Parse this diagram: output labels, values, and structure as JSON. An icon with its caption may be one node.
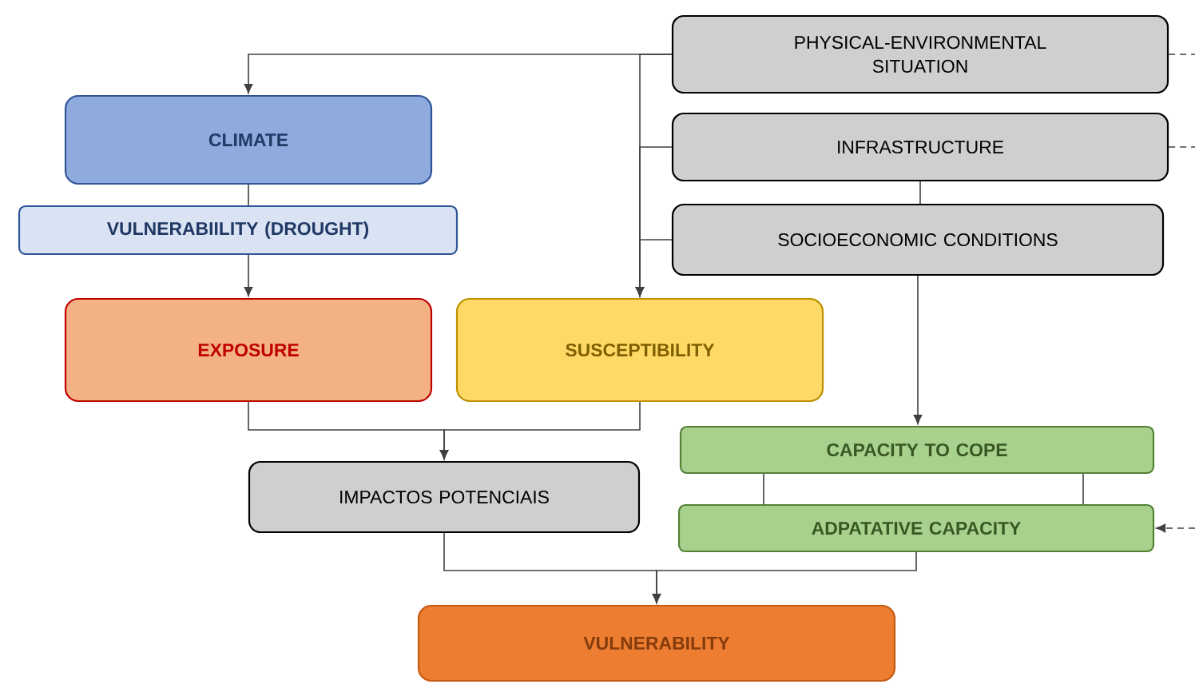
{
  "diagram": {
    "nodes": [
      {
        "text": [
          "PHYSICAL-ENVIRONMENTAL SITUATION"
        ]
      },
      {
        "text": [
          "CLIMATE"
        ]
      },
      {
        "text": [
          "INFRASTRUCTURE"
        ]
      },
      {
        "text": [
          "VULNERABIILITY (DROUGHT)"
        ]
      },
      {
        "text": [
          "SOCIOECONOMIC CONDITIONS"
        ]
      },
      {
        "text": [
          "EXPOSURE"
        ]
      },
      {
        "text": [
          "SUSCEPTIBILITY"
        ]
      },
      {
        "text": [
          "CAPACITY TO COPE"
        ]
      },
      {
        "text": [
          "IMPACTOS POTENCIAIS"
        ]
      },
      {
        "text": [
          "ADPATATIVE CAPACITY"
        ]
      },
      {
        "text": [
          "VULNERABILITY"
        ]
      }
    ],
    "edges": [
      {
        "from": 0,
        "to": 1,
        "arrow": "to"
      },
      {
        "from": 0,
        "to": 6,
        "arrow": "to"
      },
      {
        "from": 2,
        "to": 6,
        "arrow": "to"
      },
      {
        "from": 4,
        "to": 6,
        "arrow": "to"
      },
      {
        "from": 1,
        "to": 3,
        "arrow": "none"
      },
      {
        "from": 3,
        "to": 5,
        "arrow": "to"
      },
      {
        "from": 2,
        "to": 4,
        "arrow": "none"
      },
      {
        "from": 4,
        "to": 7,
        "arrow": "to"
      },
      {
        "from": 5,
        "to": 8,
        "arrow": "to"
      },
      {
        "from": 6,
        "to": 8,
        "arrow": "to"
      },
      {
        "from": 7,
        "to": 9,
        "arrow": "none"
      },
      {
        "from": 7,
        "to": 9,
        "arrow": "none"
      },
      {
        "from": 8,
        "to": 10,
        "arrow": "to"
      },
      {
        "from": 9,
        "to": 10,
        "arrow": "to"
      },
      {
        "from": 0,
        "to": null,
        "arrow": "none",
        "style": "dashed"
      },
      {
        "from": 2,
        "to": null,
        "arrow": "none",
        "style": "dashed"
      },
      {
        "from": null,
        "to": 9,
        "arrow": "to",
        "style": "dashed"
      }
    ]
  }
}
